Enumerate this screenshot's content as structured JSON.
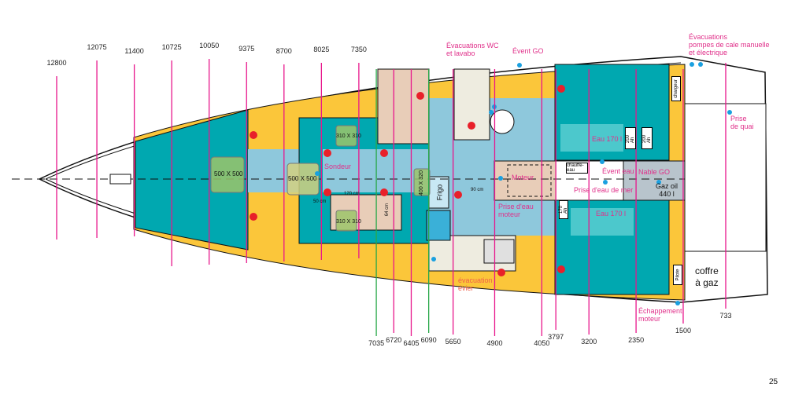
{
  "dimensions_top": [
    12800,
    12075,
    11400,
    10725,
    10050,
    9375,
    8700,
    8025,
    7350
  ],
  "dimensions_bottom": [
    {
      "value": 7035,
      "color": "#2aa84a"
    },
    {
      "value": 6720,
      "color": "#e8168c"
    },
    {
      "value": 6405,
      "color": "#e8168c"
    },
    {
      "value": 6090,
      "color": "#2aa84a"
    },
    {
      "value": 5650,
      "color": "#e8168c"
    },
    {
      "value": 4900,
      "color": "#e8168c"
    },
    {
      "value": 4050,
      "color": "#e8168c"
    },
    {
      "value": 3797,
      "color": "#e8168c"
    },
    {
      "value": 3200,
      "color": "#e8168c"
    },
    {
      "value": 2350,
      "color": "#e8168c"
    },
    {
      "value": 1500,
      "color": "#e8168c"
    },
    {
      "value": 733,
      "color": "#e8168c"
    }
  ],
  "annotations": {
    "evac_wc": [
      "Évacuations WC",
      "et lavabo"
    ],
    "event_go": "Évent GO",
    "evac_pompes": [
      "Évacuations",
      "pompes de cale manuelle",
      "et électrique"
    ],
    "prise_quai": [
      "Prise",
      "de quai"
    ],
    "sondeur": "Sondeur",
    "moteur": "Moteur",
    "prise_eau_moteur": [
      "Prise d'eau",
      "moteur"
    ],
    "event_eau": "Évent eau",
    "nable_go": "Nable GO",
    "prise_eau_mer": "Prise d'eau de mer",
    "gaz_oil": [
      "Gaz oil",
      "440 l"
    ],
    "eau1": "Eau 170 l",
    "eau2": "Eau 170 l",
    "batt1": "200 Ah",
    "batt2": "200 Ah",
    "batt3": "170 Ah",
    "chauffe_eau": "chauffe-eau",
    "chargeur": "chargeur",
    "pilote": "Pilote",
    "coffre_gaz": [
      "coffre",
      "à gaz"
    ],
    "echappement": [
      "Échappement",
      "moteur"
    ],
    "evac_evier": [
      "évacuation",
      "évier"
    ],
    "hatch1": "500 X 500",
    "hatch2": "500 X 500",
    "hatch3": "310 X 310",
    "hatch4": "310 X 310",
    "hatch5": "400 X 320",
    "dim120": "120 cm",
    "dim50": "50 cm",
    "dim64": "64 cm",
    "dim90": "90 cm",
    "frigo": "Frigo"
  },
  "colors": {
    "yellow": "#fbc63a",
    "teal": "#00a8b0",
    "lightblue": "#8ec8dc",
    "beige": "#e8cdb8",
    "pink": "#e8168c",
    "green": "#2aa84a",
    "red": "#e8202a"
  },
  "page_number": "25"
}
